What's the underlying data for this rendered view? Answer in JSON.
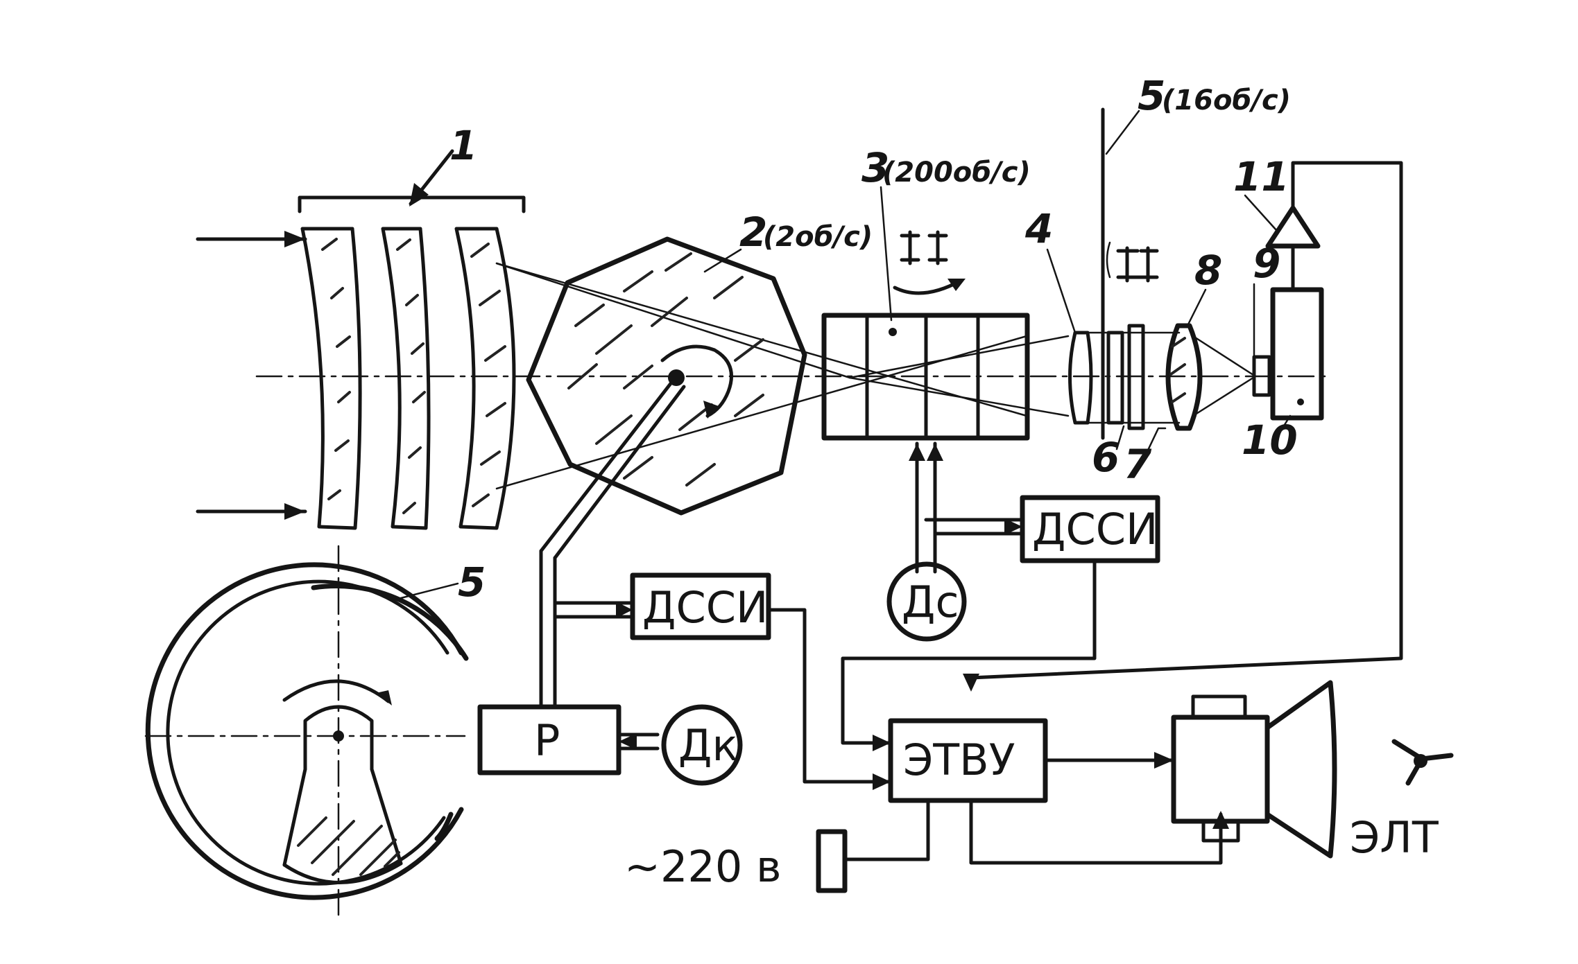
{
  "labels": {
    "item1": "1",
    "item2": "2",
    "item2_speed": "(2об/с)",
    "item3": "3",
    "item3_speed": "(200об/с)",
    "item4": "4",
    "item5_top": "5",
    "item5_speed": "(16об/с)",
    "item5_disc": "5",
    "item6": "6",
    "item7": "7",
    "item8": "8",
    "item9": "9",
    "item10": "10",
    "item11": "11"
  },
  "blocks": {
    "dssi_left": "ДССИ",
    "dssi_right": "ДССИ",
    "reducer": "Р",
    "motor_k": "Дк",
    "motor_s": "Дс",
    "etvu": "ЭТВУ",
    "power": "~220 в",
    "crt": "ЭЛТ"
  }
}
